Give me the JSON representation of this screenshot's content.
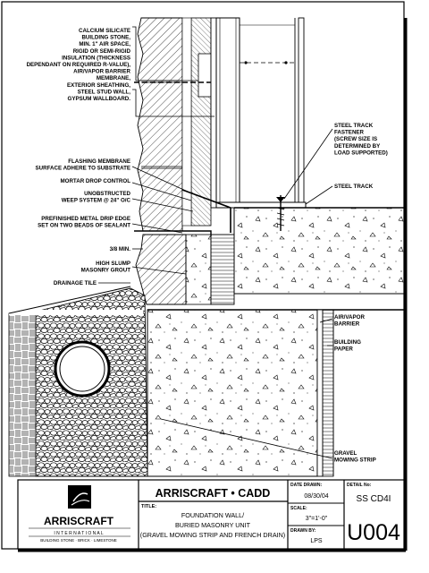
{
  "labels": {
    "wall_assembly": [
      "CALCIUM SILICATE",
      "BUILDING STONE,",
      "MIN. 1\" AIR SPACE,",
      "RIGID OR SEMI-RIGID",
      "INSULATION (THICKNESS",
      "DEPENDANT ON REQUIRED R-VALUE),",
      "AIR/VAPOR BARRIER",
      "MEMBRANE,",
      "EXTERIOR SHEATHING,",
      "STEEL STUD WALL,",
      "GYPSUM WALLBOARD."
    ],
    "flashing": [
      "FLASHING MEMBRANE",
      "SURFACE ADHERE TO SUBSTRATE"
    ],
    "mortar": [
      "MORTAR DROP CONTROL"
    ],
    "weep": [
      "UNOBSTRUCTED",
      "WEEP SYSTEM @ 24\" O/C"
    ],
    "drip": [
      "PREFINISHED METAL DRIP EDGE",
      "SET ON TWO BEADS OF SEALANT"
    ],
    "min": [
      "3/8 MIN."
    ],
    "grout": [
      "HIGH SLUMP",
      "MASONRY GROUT"
    ],
    "tile": [
      "DRAINAGE TILE"
    ],
    "fastener": [
      "STEEL TRACK",
      "FASTENER",
      "(SCREW SIZE IS",
      "DETERMINED BY",
      "LOAD SUPPORTED)"
    ],
    "track": [
      "STEEL TRACK"
    ],
    "barrier": [
      "AIR/VAPOR",
      "BARRIER"
    ],
    "paper": [
      "BUILDING",
      "PAPER"
    ],
    "gravel": [
      "GRAVEL",
      "MOWING STRIP"
    ]
  },
  "title_block": {
    "company": "ARRISCRAFT • CADD",
    "logo_word": "ARRISCRAFT",
    "logo_sub": "I N T E R N A T I O N A L",
    "logo_tag": "BUILDING STONE · BRICK · LIMESTONE",
    "title_label": "TITLE:",
    "title_lines": [
      "FOUNDATION WALL/",
      "BURIED MASONRY UNIT",
      "(GRAVEL MOWING STRIP AND FRENCH DRAIN)"
    ],
    "date_label": "DATE DRAWN:",
    "date": "08/30/04",
    "scale_label": "SCALE:",
    "scale": "3\"=1'-0\"",
    "drawn_label": "DRAWN BY:",
    "drawn": "LPS",
    "detail_label": "DETAIL No:",
    "detail_code": "SS CD4I",
    "detail_number": "U004"
  },
  "colors": {
    "ink": "#000000",
    "paper": "#ffffff"
  }
}
